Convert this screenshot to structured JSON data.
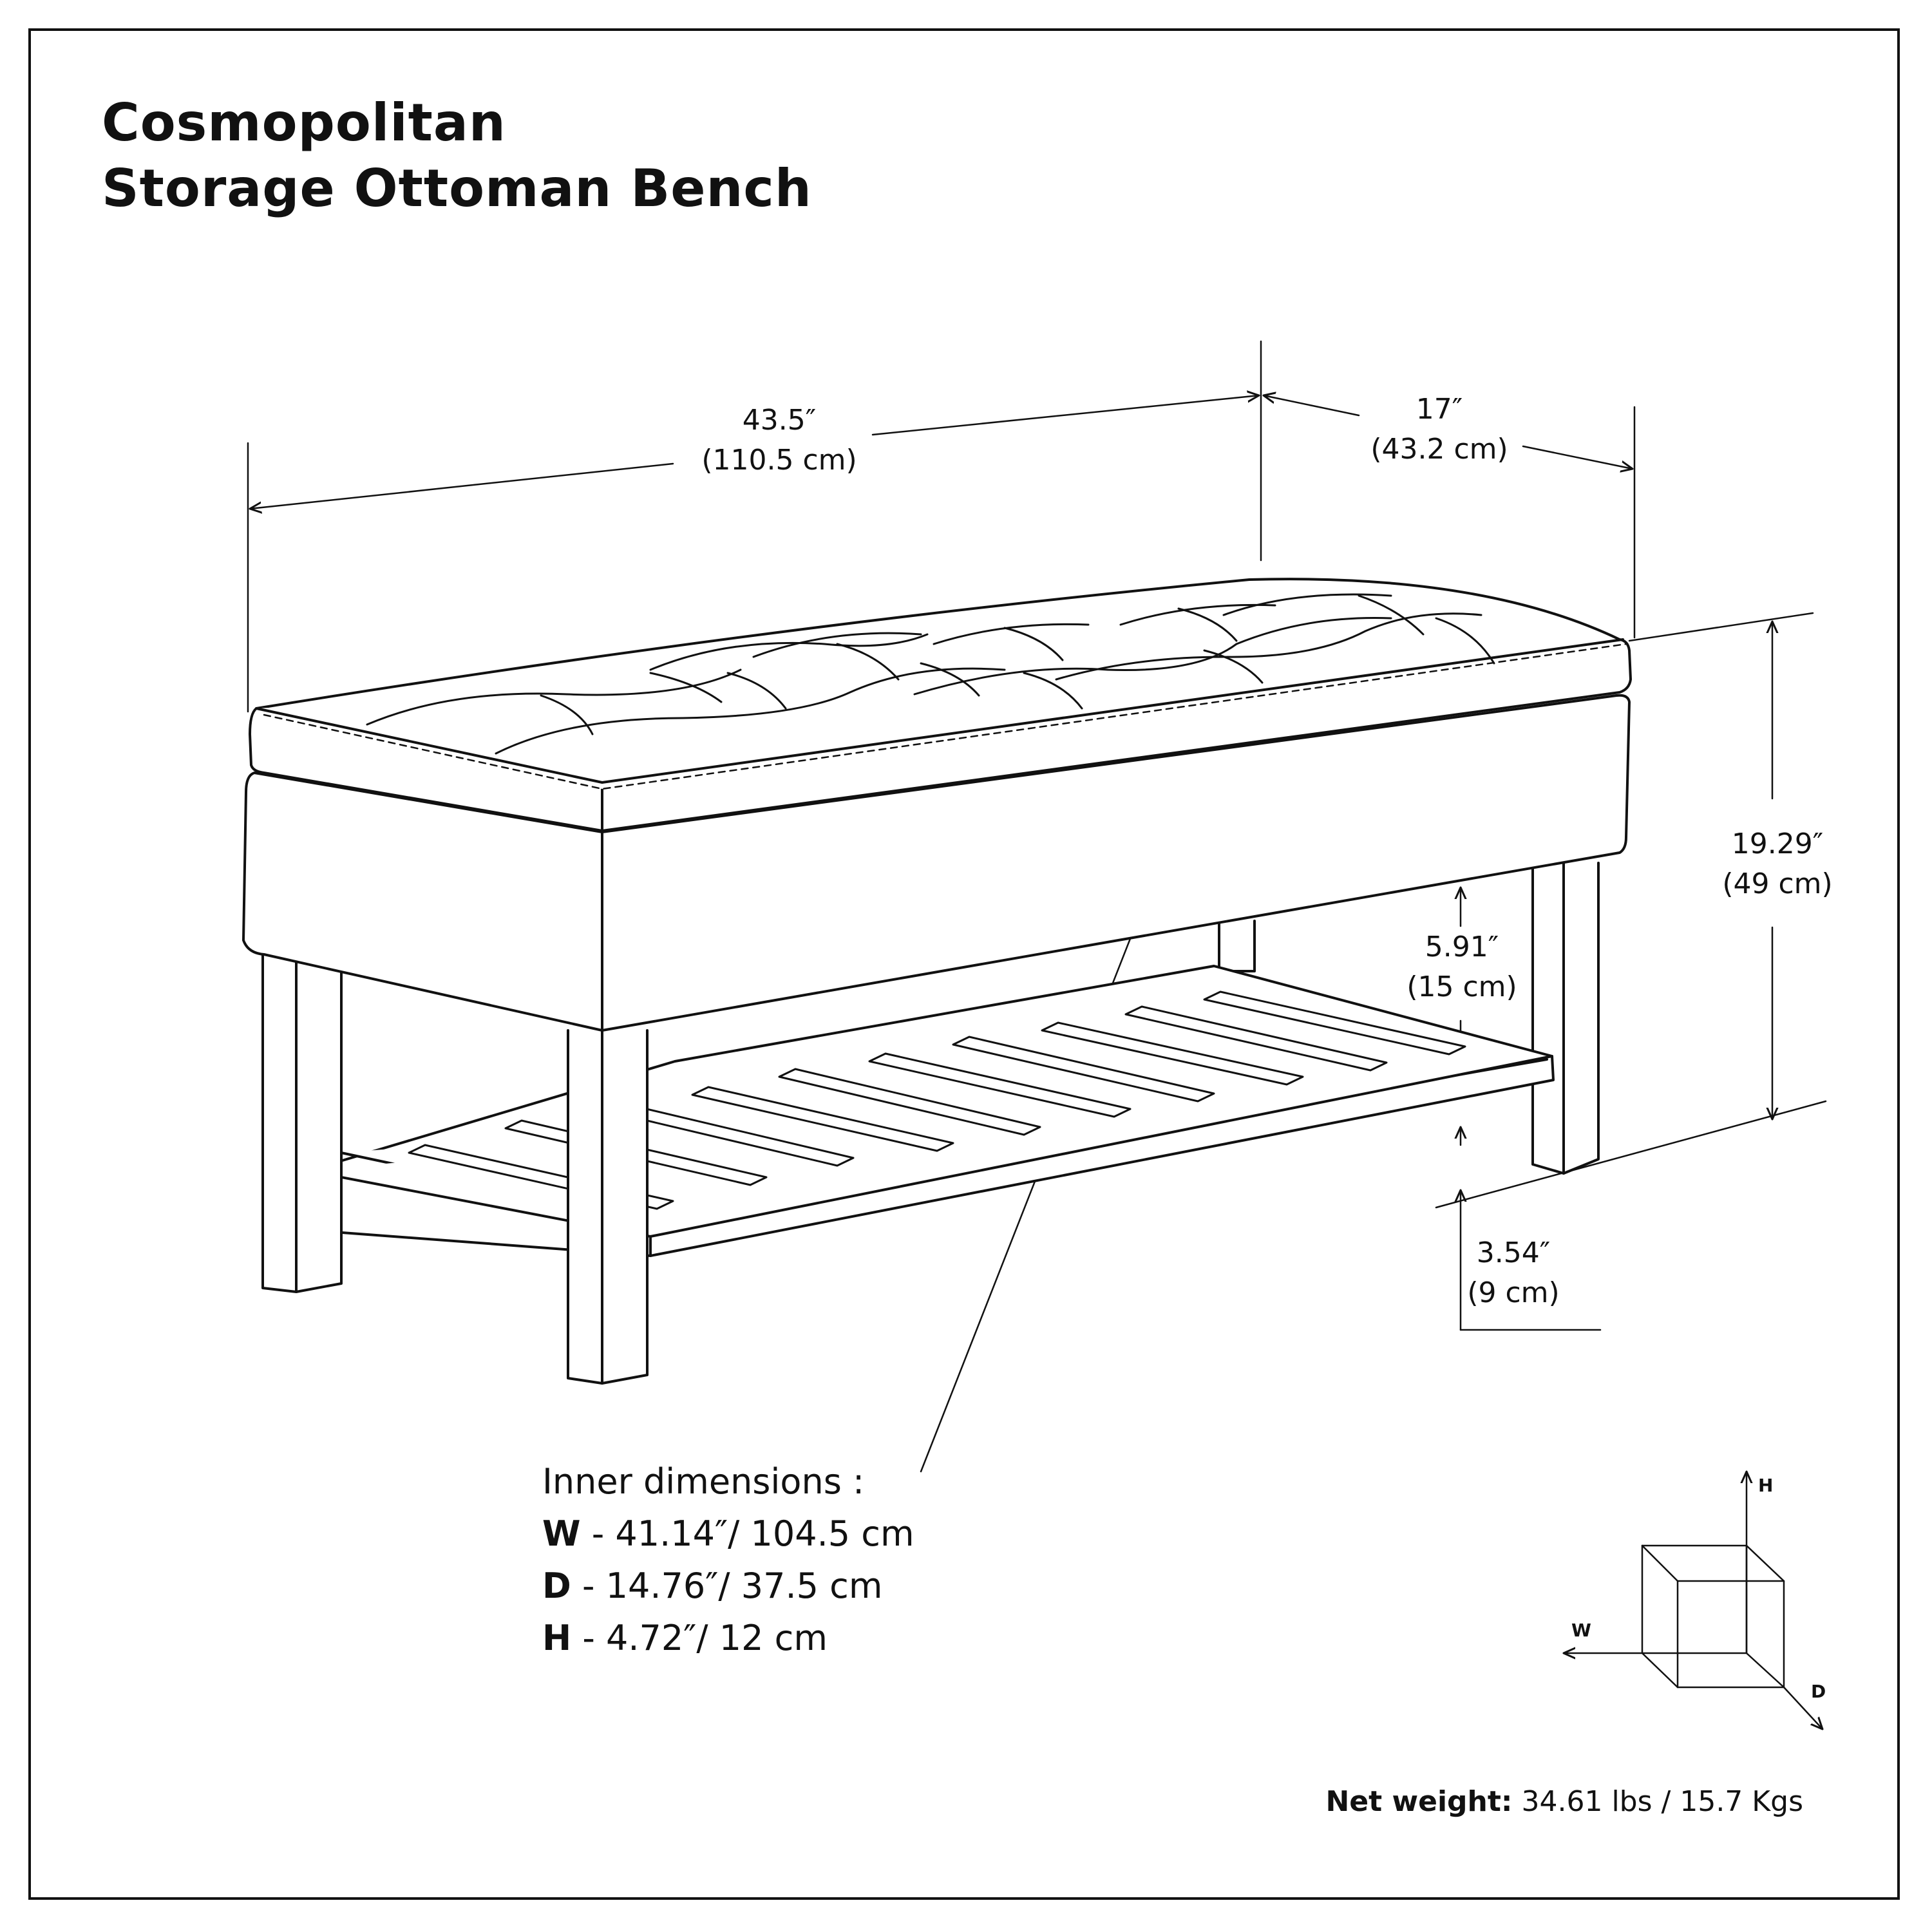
{
  "title": {
    "line1": "Cosmopolitan",
    "line2": "Storage Ottoman Bench"
  },
  "dimensions": {
    "width": {
      "in": "43.5″",
      "cm": "(110.5 cm)"
    },
    "depth": {
      "in": "17″",
      "cm": "(43.2 cm)"
    },
    "height": {
      "in": "19.29″",
      "cm": "(49 cm)"
    },
    "shelf_clearance": {
      "in": "5.91″",
      "cm": "(15 cm)"
    },
    "shelf_height": {
      "in": "3.54″",
      "cm": "(9 cm)"
    }
  },
  "inner_dimensions": {
    "heading": "Inner dimensions :",
    "rows": [
      {
        "key": "W",
        "value": " - 41.14″/ 104.5 cm"
      },
      {
        "key": "D",
        "value": " - 14.76″/ 37.5 cm"
      },
      {
        "key": "H",
        "value": " - 4.72″/ 12 cm"
      }
    ]
  },
  "axis_legend": {
    "h": "H",
    "w": "W",
    "d": "D"
  },
  "net_weight": {
    "label": "Net weight:",
    "value": " 34.61 lbs / 15.7 Kgs"
  }
}
